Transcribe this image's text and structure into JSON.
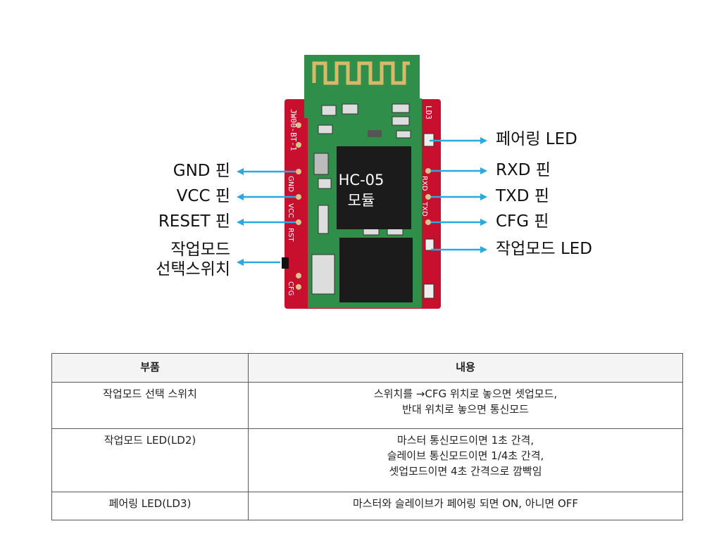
{
  "module": {
    "label_line1": "HC-05",
    "label_line2": "모듈"
  },
  "board": {
    "side_left": "JW00-BT-1",
    "side_right": "LD3",
    "pin_gnd": "GND",
    "pin_vcc": "VCC",
    "pin_rst": "RST",
    "pin_rxd": "RXD",
    "pin_txd": "TXD",
    "pin_cfg": "CFG"
  },
  "callouts": {
    "left": [
      "GND 핀",
      "VCC 핀",
      "RESET 핀"
    ],
    "left_switch": [
      "작업모드",
      "선택스위치"
    ],
    "right": [
      "페어링 LED",
      "RXD 핀",
      "TXD 핀",
      "CFG 핀",
      "작업모드 LED"
    ]
  },
  "table": {
    "headers": [
      "부품",
      "내용"
    ],
    "rows": [
      {
        "part": "작업모드 선택 스위치",
        "desc": [
          "스위치를 →CFG 위치로 놓으면 셋업모드,",
          "반대 위치로 놓으면 통신모드"
        ]
      },
      {
        "part": "작업모드 LED(LD2)",
        "desc": [
          "마스터 통신모드이면 1초 간격,",
          "슬레이브 통신모드이면 1/4초 간격,",
          "셋업모드이면 4초 간격으로 깜빡임"
        ]
      },
      {
        "part": "페어링 LED(LD3)",
        "desc": [
          "마스터와 슬레이브가 페어링 되면 ON, 아니면 OFF"
        ]
      }
    ]
  },
  "colors": {
    "pcb_green": "#2f8f4a",
    "pcb_red": "#c8102e",
    "chip": "#1b1b1b",
    "arrow": "#29a9e1"
  }
}
